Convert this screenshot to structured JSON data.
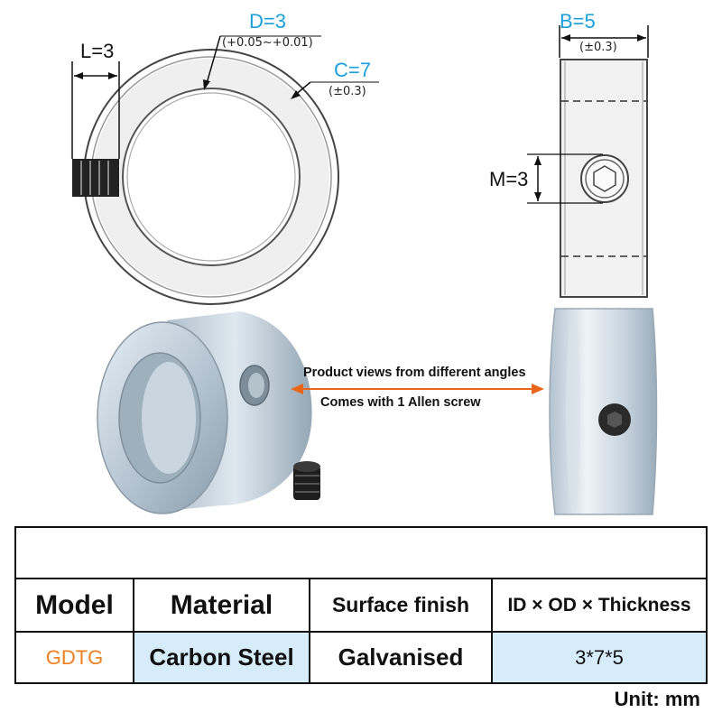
{
  "top_view": {
    "length_label": "L=3",
    "id_label": "D=3",
    "id_tolerance": "(+0.05~+0.01)",
    "od_label": "C=7",
    "od_tolerance": "(±0.3)"
  },
  "side_view": {
    "thickness_label": "B=5",
    "thickness_tolerance": "(±0.3)",
    "thread_label": "M=3"
  },
  "photos": {
    "caption_line1": "Product views from different angles",
    "caption_line2": "Comes with 1 Allen screw"
  },
  "spec_table": {
    "title": "",
    "headers": [
      "Model",
      "Material",
      "Surface finish",
      "ID × OD × Thickness"
    ],
    "row": [
      "GDTG",
      "Carbon Steel",
      "Galvanised",
      "3*7*5"
    ],
    "unit": "Unit: mm"
  },
  "colors": {
    "dimension_blue": "#1aa0dc",
    "model_orange": "#ee8020",
    "cell_highlight": "#d7ecfa",
    "arrow_orange": "#e8651a"
  }
}
